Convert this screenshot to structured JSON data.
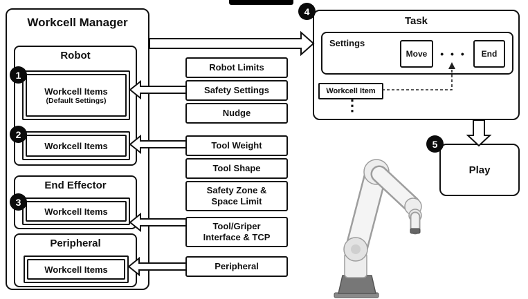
{
  "workcell_manager": {
    "title": "Workcell Manager",
    "robot": {
      "title": "Robot",
      "badge1": "1",
      "item1": {
        "title": "Workcell Items",
        "subtitle": "(Default Settings)"
      },
      "badge2": "2",
      "item2": {
        "title": "Workcell Items"
      }
    },
    "end_effector": {
      "title": "End Effector",
      "badge3": "3",
      "item": {
        "title": "Workcell Items"
      }
    },
    "peripheral": {
      "title": "Peripheral",
      "item": {
        "title": "Workcell Items"
      }
    }
  },
  "settings_boxes": [
    "Robot Limits",
    "Safety Settings",
    "Nudge",
    "Tool Weight",
    "Tool Shape",
    "Safety Zone &\nSpace Limit",
    "Tool/Griper\nInterface & TCP",
    "Peripheral"
  ],
  "task": {
    "badge": "4",
    "title": "Task",
    "settings": "Settings",
    "move": "Move",
    "ellipsis": "• • •",
    "end": "End",
    "workcell_item": "Workcell Item",
    "more_dots": "⋮"
  },
  "play": {
    "badge": "5",
    "label": "Play"
  }
}
